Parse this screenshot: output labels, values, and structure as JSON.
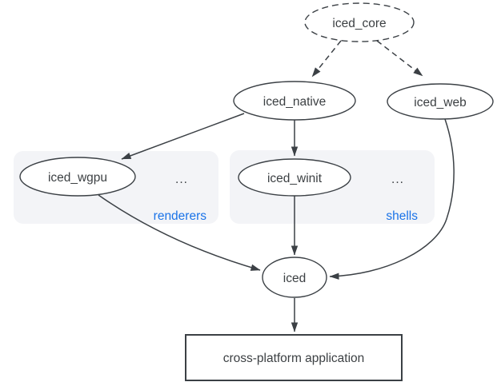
{
  "nodes": {
    "iced_core": {
      "label": "iced_core"
    },
    "iced_native": {
      "label": "iced_native"
    },
    "iced_web": {
      "label": "iced_web"
    },
    "iced_wgpu": {
      "label": "iced_wgpu"
    },
    "iced_winit": {
      "label": "iced_winit"
    },
    "iced": {
      "label": "iced"
    },
    "application": {
      "label": "cross-platform application"
    }
  },
  "groups": {
    "renderers": {
      "label": "renderers",
      "more": "..."
    },
    "shells": {
      "label": "shells",
      "more": "..."
    }
  },
  "edges": [
    {
      "from": "iced_core",
      "to": "iced_native",
      "style": "dashed"
    },
    {
      "from": "iced_core",
      "to": "iced_web",
      "style": "dashed"
    },
    {
      "from": "iced_native",
      "to": "iced_wgpu",
      "style": "solid"
    },
    {
      "from": "iced_native",
      "to": "iced_winit",
      "style": "solid"
    },
    {
      "from": "iced_wgpu",
      "to": "iced",
      "style": "solid"
    },
    {
      "from": "iced_winit",
      "to": "iced",
      "style": "solid"
    },
    {
      "from": "iced_web",
      "to": "iced",
      "style": "solid"
    },
    {
      "from": "iced",
      "to": "application",
      "style": "solid"
    }
  ],
  "colors": {
    "background": "#ffffff",
    "group-box": "#f3f4f7",
    "node-stroke": "#3b4045",
    "node-text": "#3c4043",
    "edge": "#3b4045",
    "accent": "#1a73e8"
  }
}
